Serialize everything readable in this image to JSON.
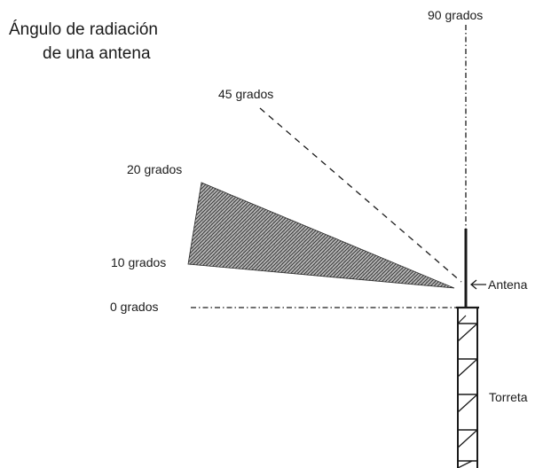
{
  "title": {
    "line1": "Ángulo de radiación",
    "line2": "de una antena"
  },
  "angles": {
    "deg90": "90 grados",
    "deg45": "45 grados",
    "deg20": "20 grados",
    "deg10": "10 grados",
    "deg0": "0 grados"
  },
  "labels": {
    "antenna": "Antena",
    "tower": "Torreta"
  },
  "colors": {
    "ink": "#1a1a1a",
    "sector_fill": "#6a6a6a"
  }
}
